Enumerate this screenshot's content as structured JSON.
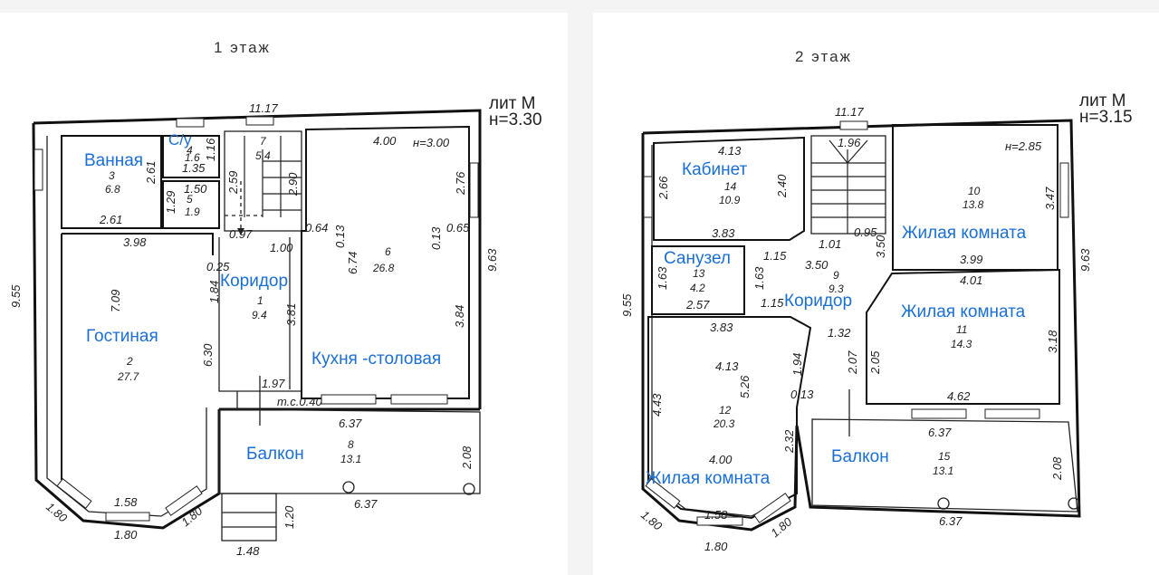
{
  "floor1": {
    "title": "1 этаж",
    "lit": "лит М",
    "height": "н=3.30",
    "stair_number": "7",
    "stair_area": "5.4",
    "kitchen_height": "н=3.00",
    "rooms": {
      "bath": {
        "label": "Ванная",
        "number": "3",
        "area": "6.8"
      },
      "toilet": {
        "label": "С/у",
        "number": "4",
        "area": "1.6"
      },
      "closet": {
        "number": "5",
        "area": "1.9"
      },
      "corridor": {
        "label": "Коридор",
        "number": "1",
        "area": "9.4"
      },
      "kitchen": {
        "label": "Кухня -столовая",
        "number": "6",
        "area": "26.8"
      },
      "living": {
        "label": "Гостиная",
        "number": "2",
        "area": "27.7"
      },
      "balcony": {
        "label": "Балкон",
        "number": "8",
        "area": "13.1"
      }
    },
    "dims": {
      "top": "11.17",
      "left": "9.55",
      "right": "9.63",
      "bath_right": "2.61",
      "bath_bottom": "2.61",
      "toilet_h": "1.16",
      "toilet_w": "1.35",
      "closet_w": "1.50",
      "closet_h": "1.29",
      "stair_w": "2.59",
      "stair_h": "2.90",
      "stair_bottom": "0.97",
      "kitchen_top": "4.00",
      "kitchen_right": "2.76",
      "k_a": "0.64",
      "k_b": "0.13",
      "k_c": "6.74",
      "k_d": "0.13",
      "k_e": "0.65",
      "living_top": "3.98",
      "living_side": "7.09",
      "living_inner": "6.30",
      "corr_a": "0.25",
      "corr_b": "1.84",
      "corr_c": "1.00",
      "corr_d": "3.81",
      "kitchen_side": "3.84",
      "corr_bottom": "1.97",
      "ts": "т.с.0.40",
      "balcony_top": "6.37",
      "balcony_bottom": "6.37",
      "balcony_side": "2.08",
      "bay_l": "1.80",
      "bay_c": "1.58",
      "bay_r": "1.80",
      "bay_bottom": "1.80",
      "porch_h": "1.20",
      "porch_w": "1.48"
    }
  },
  "floor2": {
    "title": "2 этаж",
    "lit": "лит М",
    "height": "н=3.15",
    "room10_height": "н=2.85",
    "rooms": {
      "study": {
        "label": "Кабинет",
        "number": "14",
        "area": "10.9"
      },
      "room10": {
        "label": "Жилая комната",
        "number": "10",
        "area": "13.8"
      },
      "wc": {
        "label": "Санузел",
        "number": "13",
        "area": "4.2"
      },
      "corridor": {
        "label": "Коридор",
        "number": "9",
        "area": "9.3"
      },
      "room11": {
        "label": "Жилая комната",
        "number": "11",
        "area": "14.3"
      },
      "room12": {
        "label": "Жилая комната",
        "number": "12",
        "area": "20.3"
      },
      "balcony": {
        "label": "Балкон",
        "number": "15",
        "area": "13.1"
      }
    },
    "dims": {
      "top": "11.17",
      "left": "9.55",
      "right": "9.63",
      "study_top": "4.13",
      "study_left": "2.66",
      "study_right": "2.40",
      "study_bottom": "3.83",
      "stair_top": "1.96",
      "stair_a": "1.01",
      "stair_b": "0.95",
      "stair_c": "3.50",
      "r10_right": "3.47",
      "r10_bottom": "3.99",
      "wc_a": "1.15",
      "wc_left": "1.63",
      "wc_right": "1.63",
      "wc_bottom": "2.57",
      "wc_b": "1.15",
      "corr_w": "3.50",
      "corr_a": "1.32",
      "corr_b": "2.07",
      "corr_c": "2.05",
      "corr_d": "0.13",
      "r11_top": "4.01",
      "r11_right": "3.18",
      "r11_bottom": "4.62",
      "r12_top": "3.83",
      "r12_a": "4.13",
      "r12_b": "5.26",
      "r12_c": "1.94",
      "r12_left": "4.43",
      "r12_bottom": "4.00",
      "r12_d": "2.32",
      "balcony_top": "6.37",
      "balcony_bottom": "6.37",
      "balcony_side": "2.08",
      "bay_l": "1.80",
      "bay_c": "1.58",
      "bay_r": "1.80",
      "bay_bottom": "1.80"
    }
  }
}
